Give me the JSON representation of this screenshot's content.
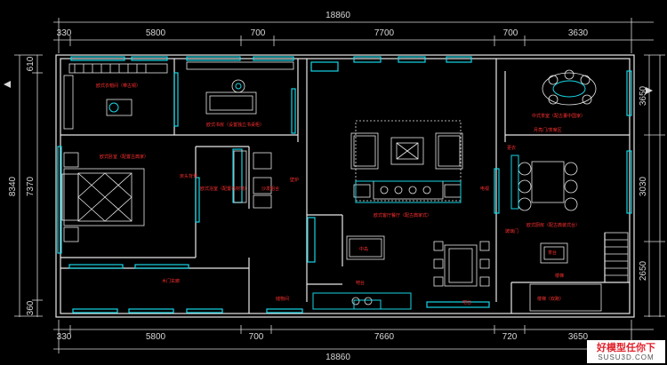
{
  "dimensions": {
    "top_total": "18860",
    "top_segments": [
      "330",
      "5800",
      "700",
      "7700",
      "700",
      "3630"
    ],
    "bottom_total": "18860",
    "bottom_segments": [
      "330",
      "5800",
      "700",
      "7660",
      "720",
      "3650"
    ],
    "left_outer": "8340",
    "left_inner": "7370",
    "left_top": "610",
    "left_bottom": "360",
    "right_segments": [
      "3650",
      "3030",
      "2650"
    ]
  },
  "rooms": {
    "cloakroom": "欧式衣帽间（带古铜）",
    "study": "欧式书房（设置独立书桌柜）",
    "chinese_tea": "中式茶室（配古董中国家）",
    "tea_area": "月亮门/茶席区",
    "bedroom": "欧式卧室（配置古典家）",
    "bed_tag": "床头背景",
    "bath": "欧式浴室（配置石材墙）",
    "living": "欧式客厅餐厅（配古典家式）",
    "kitchen_label": "欧式厨房（配古典装式台）",
    "corridor": "木门玄廊",
    "storage": "储物间",
    "sink": "吧台",
    "stair": "楼梯（双跑）",
    "bar": "吧台",
    "island": "中岛",
    "table_small": "茶台",
    "fireplace": "壁炉",
    "tv": "电视",
    "glass": "玻璃门",
    "stair_small": "楼梯",
    "sofa_small": "沙发组合",
    "mirror": "更衣"
  },
  "watermark": {
    "line1": "好模型任你下",
    "line2": "SUSU3D.COM"
  }
}
